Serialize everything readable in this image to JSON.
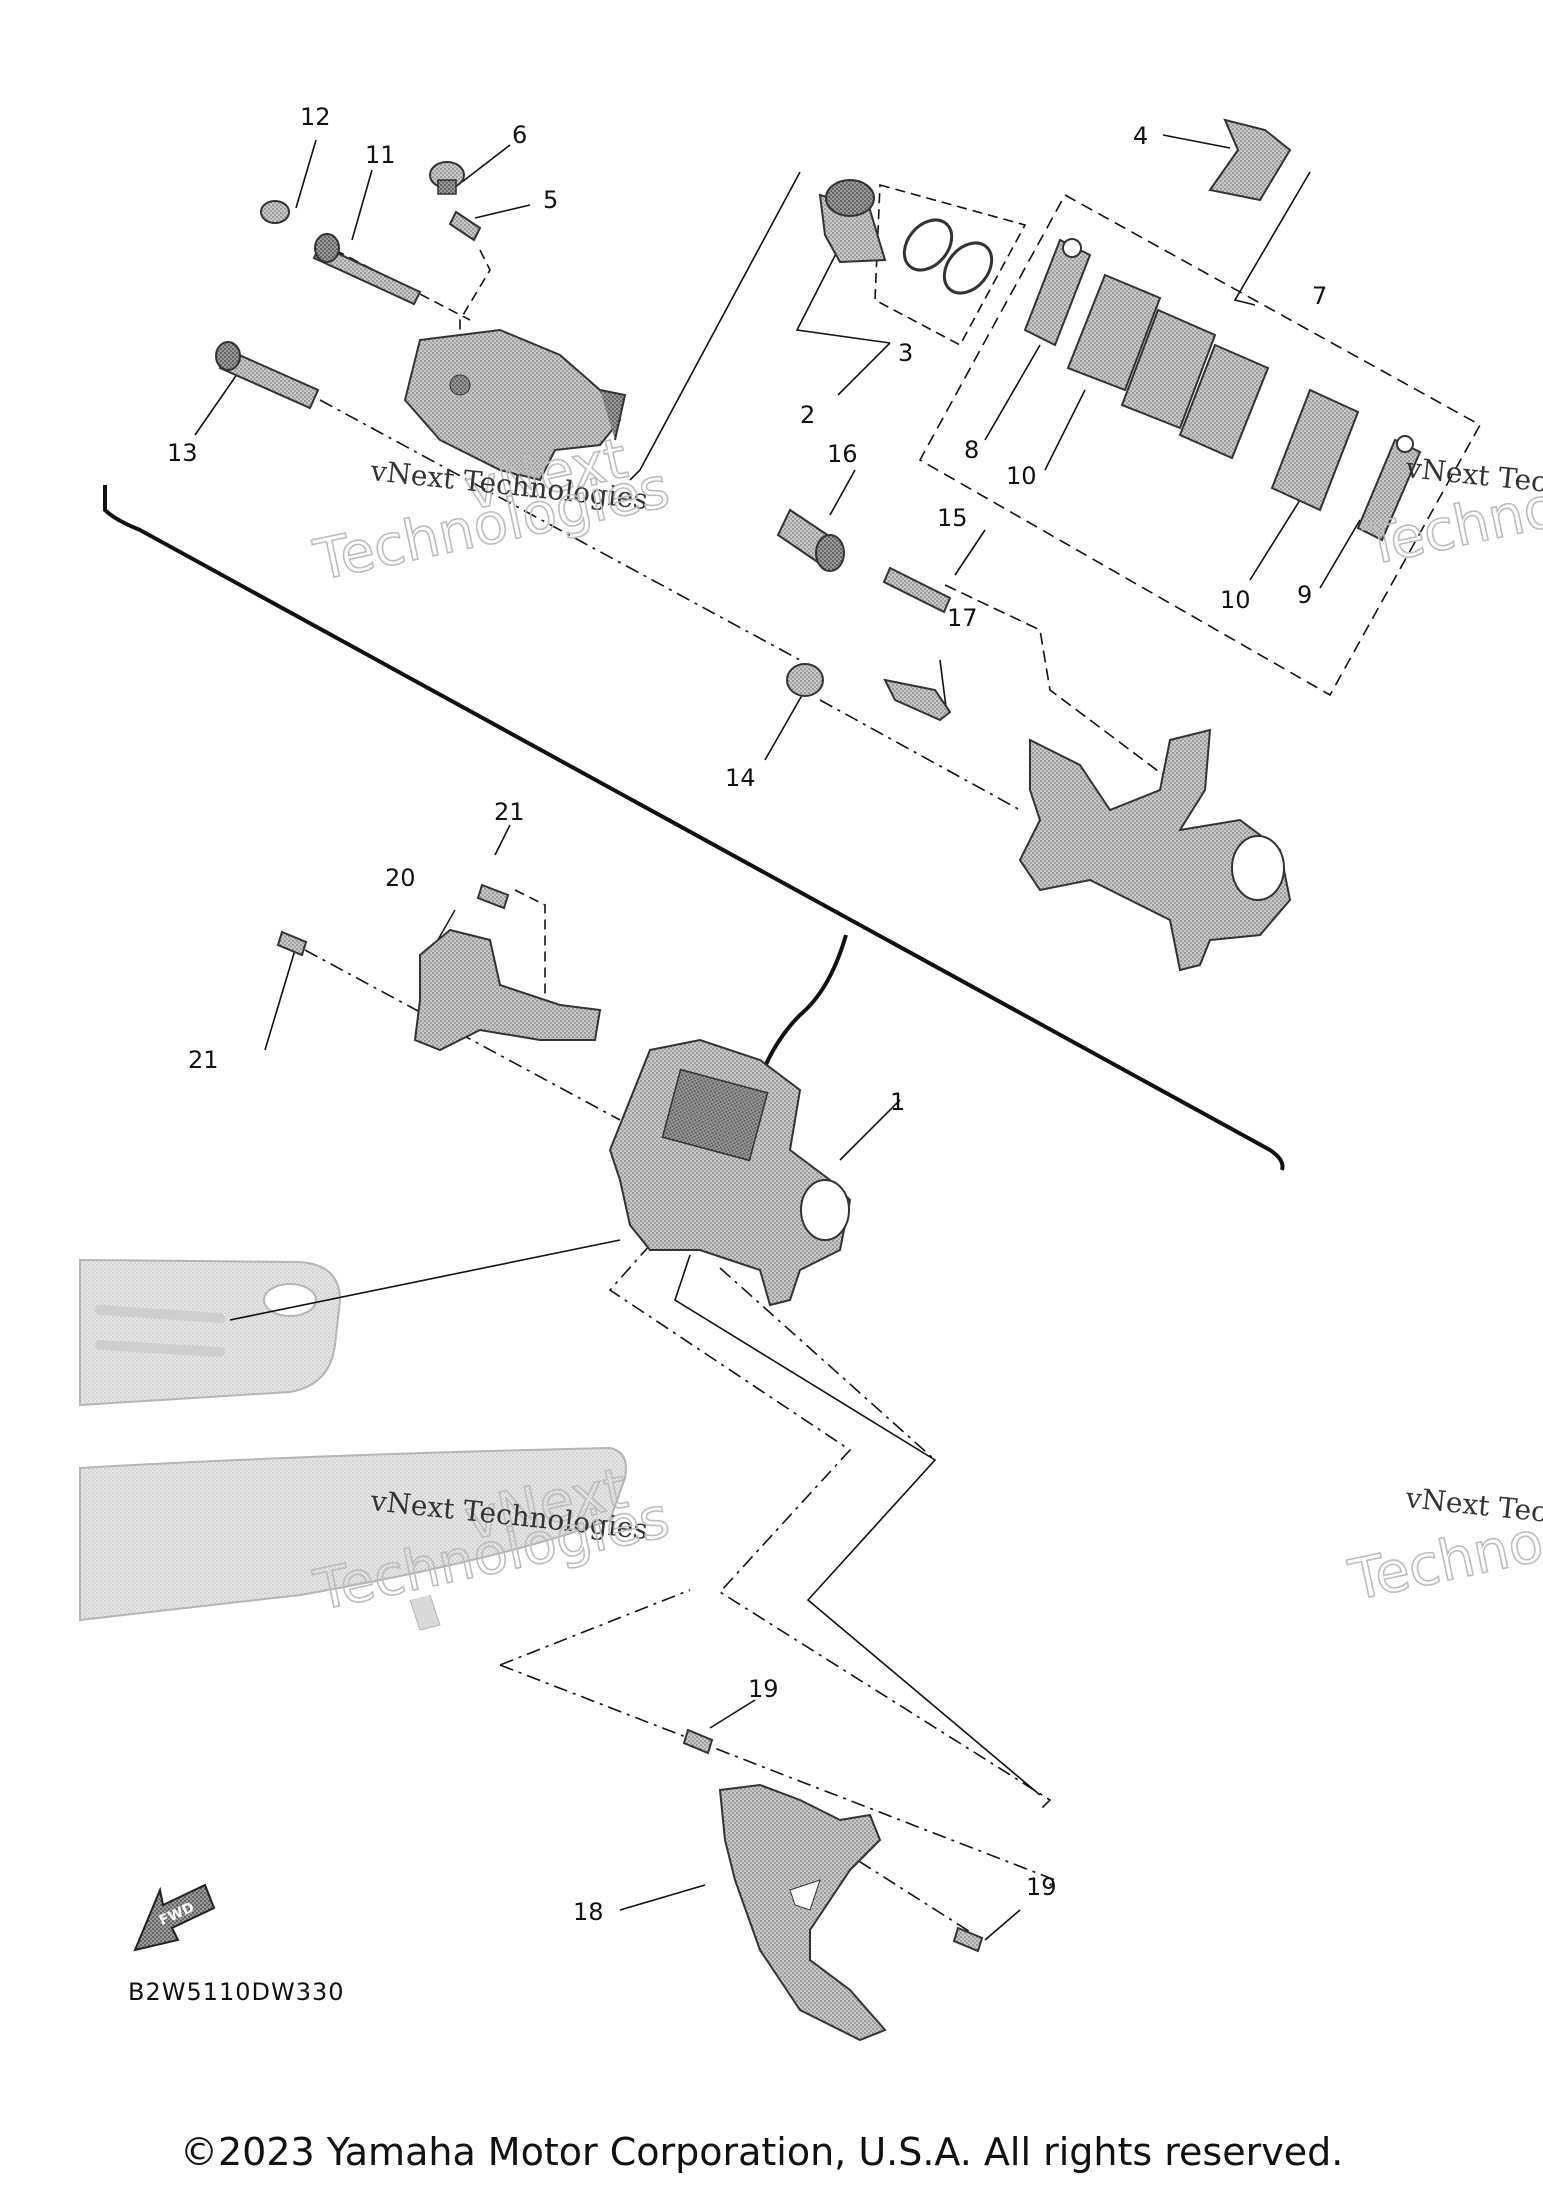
{
  "diagram_code": "B2W5110DW330",
  "copyright": "©2023 Yamaha Motor Corporation, U.S.A. All rights reserved.",
  "fwd_badge": "FWD",
  "watermark": {
    "line1": "vNext Technologies",
    "line2": "vNext",
    "line3": "Technologies",
    "partial1": "vNext Tec",
    "partial2": "Techno"
  },
  "callouts": [
    "1",
    "2",
    "3",
    "4",
    "5",
    "6",
    "7",
    "8",
    "9",
    "10",
    "10",
    "11",
    "12",
    "13",
    "14",
    "15",
    "16",
    "17",
    "18",
    "19",
    "19",
    "20",
    "21",
    "21"
  ],
  "colors": {
    "line": "#111111",
    "part": "#9a9a9a",
    "part_dark": "#6e6e6e",
    "ghost": "#dcdcdc",
    "ghost_edge": "#b5b5b5"
  }
}
